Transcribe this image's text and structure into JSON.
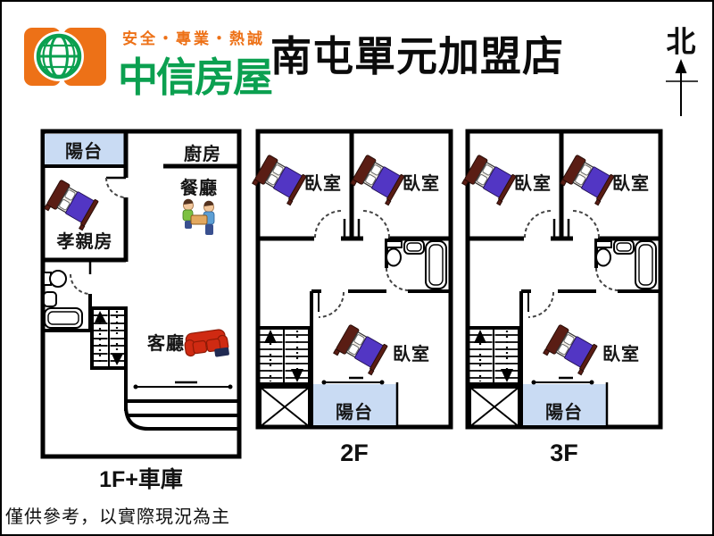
{
  "header": {
    "tagline": "安全・專業・熱誠",
    "brand": "中信房屋",
    "store_title": "南屯單元加盟店",
    "north": "北"
  },
  "floor1": {
    "label": "1F+車庫",
    "balcony": "陽台",
    "kitchen": "廚房",
    "dining": "餐廳",
    "parents_room": "孝親房",
    "living_room": "客廳"
  },
  "floor23_rooms": {
    "bedroom": "臥室",
    "balcony": "陽台"
  },
  "floor2": {
    "label": "2F"
  },
  "floor3": {
    "label": "3F"
  },
  "footer": {
    "disclaimer": "僅供參考，以實際現況為主"
  },
  "icons": {
    "stairs_up": "▲",
    "stairs_down": "▼",
    "north_arrow": "↑"
  },
  "colors": {
    "orange": "#ed7117",
    "green": "#0ba050",
    "balcony": "#c9dbf3",
    "bed_frame": "#5a1d14",
    "bed_blanket": "#5236c4",
    "sofa": "#cf2a12"
  }
}
